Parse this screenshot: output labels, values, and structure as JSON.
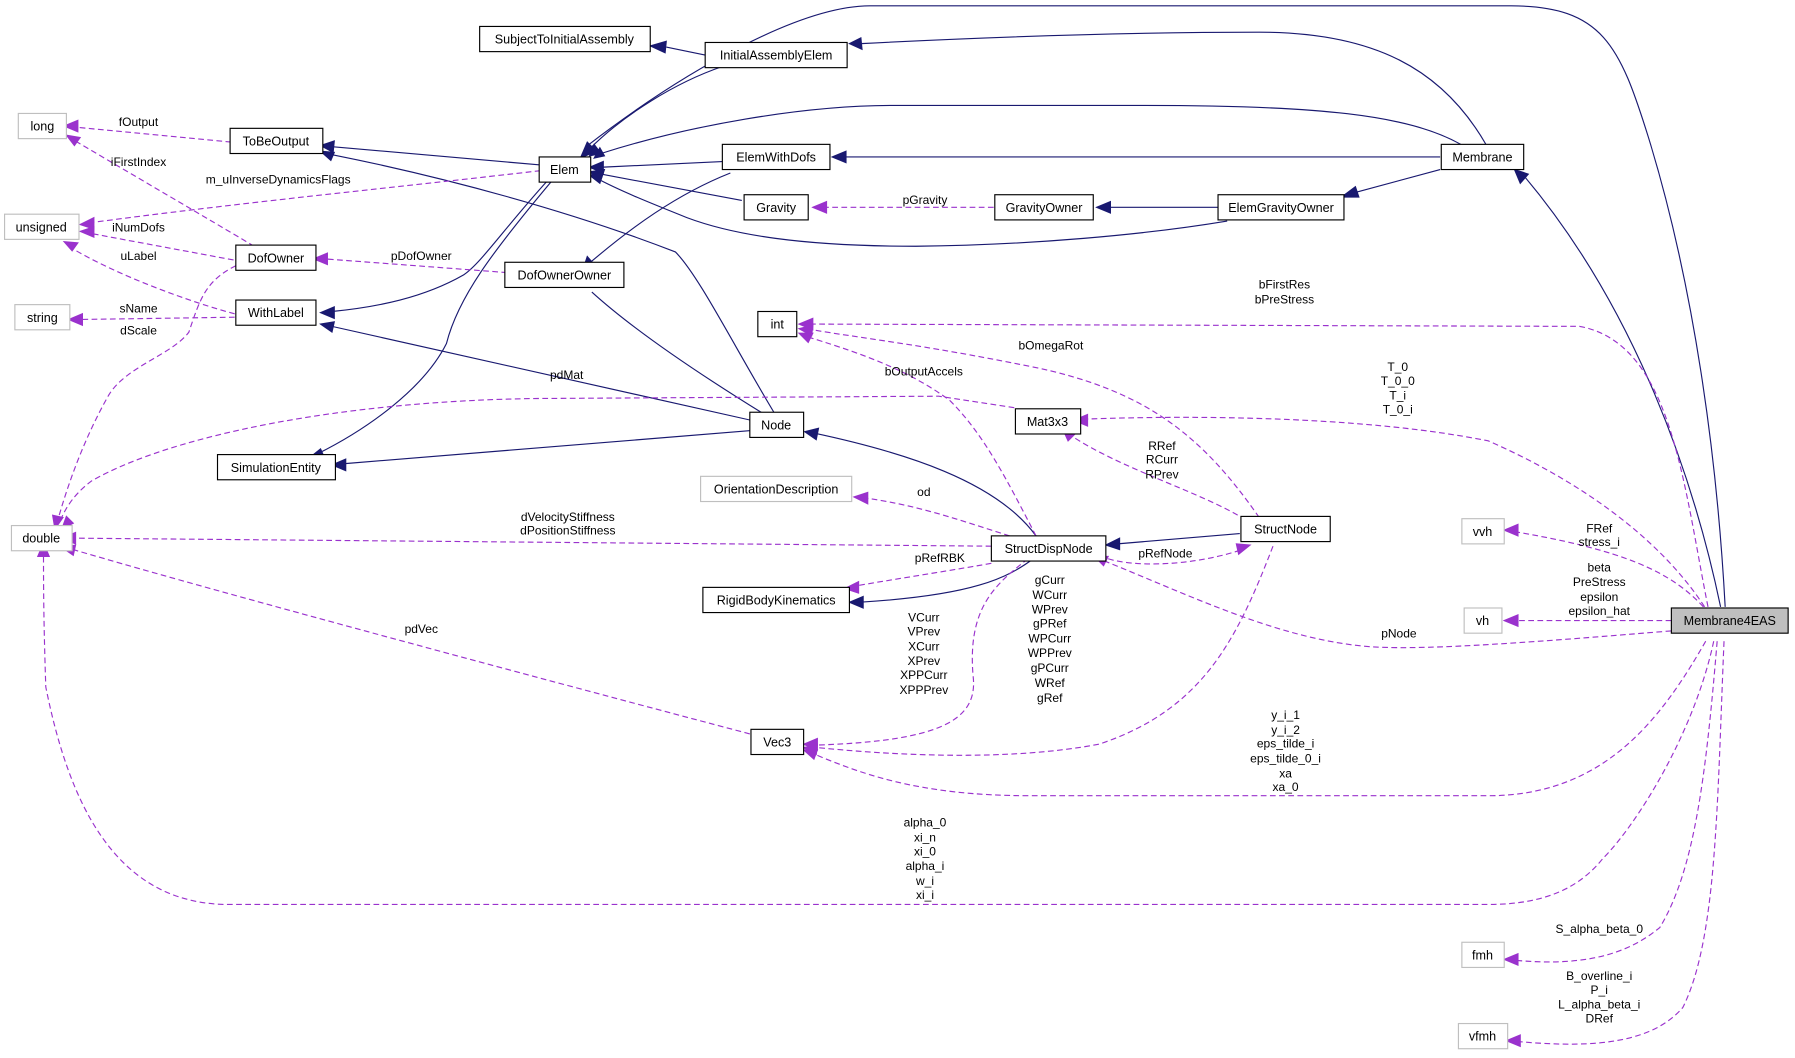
{
  "title": "Membrane4EAS collaboration graph",
  "colors": {
    "inheritance_edge": "#191970",
    "usage_edge": "#9a32cd",
    "focus_fill": "#bfbfbf",
    "external_border": "#bfbfbf"
  },
  "nodes": [
    {
      "id": "SubjectToInitialAssembly",
      "label": "SubjectToInitialAssembly",
      "kind": "class"
    },
    {
      "id": "InitialAssemblyElem",
      "label": "InitialAssemblyElem",
      "kind": "class"
    },
    {
      "id": "long",
      "label": "long",
      "kind": "external"
    },
    {
      "id": "ToBeOutput",
      "label": "ToBeOutput",
      "kind": "class"
    },
    {
      "id": "Elem",
      "label": "Elem",
      "kind": "class"
    },
    {
      "id": "ElemWithDofs",
      "label": "ElemWithDofs",
      "kind": "class"
    },
    {
      "id": "Membrane",
      "label": "Membrane",
      "kind": "class"
    },
    {
      "id": "unsigned",
      "label": "unsigned",
      "kind": "external"
    },
    {
      "id": "Gravity",
      "label": "Gravity",
      "kind": "class"
    },
    {
      "id": "GravityOwner",
      "label": "GravityOwner",
      "kind": "class"
    },
    {
      "id": "ElemGravityOwner",
      "label": "ElemGravityOwner",
      "kind": "class"
    },
    {
      "id": "DofOwner",
      "label": "DofOwner",
      "kind": "class"
    },
    {
      "id": "DofOwnerOwner",
      "label": "DofOwnerOwner",
      "kind": "class"
    },
    {
      "id": "string",
      "label": "string",
      "kind": "external"
    },
    {
      "id": "WithLabel",
      "label": "WithLabel",
      "kind": "class"
    },
    {
      "id": "int",
      "label": "int",
      "kind": "class"
    },
    {
      "id": "Mat3x3",
      "label": "Mat3x3",
      "kind": "class"
    },
    {
      "id": "Node",
      "label": "Node",
      "kind": "class"
    },
    {
      "id": "SimulationEntity",
      "label": "SimulationEntity",
      "kind": "class"
    },
    {
      "id": "OrientationDescription",
      "label": "OrientationDescription",
      "kind": "external"
    },
    {
      "id": "double",
      "label": "double",
      "kind": "external"
    },
    {
      "id": "StructDispNode",
      "label": "StructDispNode",
      "kind": "class"
    },
    {
      "id": "StructNode",
      "label": "StructNode",
      "kind": "class"
    },
    {
      "id": "vvh",
      "label": "vvh",
      "kind": "external"
    },
    {
      "id": "RigidBodyKinematics",
      "label": "RigidBodyKinematics",
      "kind": "class"
    },
    {
      "id": "vh",
      "label": "vh",
      "kind": "external"
    },
    {
      "id": "Membrane4EAS",
      "label": "Membrane4EAS",
      "kind": "focus"
    },
    {
      "id": "Vec3",
      "label": "Vec3",
      "kind": "class"
    },
    {
      "id": "fmh",
      "label": "fmh",
      "kind": "external"
    },
    {
      "id": "vfmh",
      "label": "vfmh",
      "kind": "external"
    }
  ],
  "edge_labels": {
    "fOutput": [
      "fOutput"
    ],
    "iFirstIndex": [
      "iFirstIndex"
    ],
    "m_uInverseDynamicsFlags": [
      "m_uInverseDynamicsFlags"
    ],
    "iNumDofs": [
      "iNumDofs"
    ],
    "uLabel": [
      "uLabel"
    ],
    "pDofOwner": [
      "pDofOwner"
    ],
    "sName": [
      "sName"
    ],
    "dScale": [
      "dScale"
    ],
    "pGravity": [
      "pGravity"
    ],
    "bFirstRes": [
      "bFirstRes",
      "bPreStress"
    ],
    "bOmegaRot": [
      "bOmegaRot"
    ],
    "pdMat": [
      "pdMat"
    ],
    "bOutputAccels": [
      "bOutputAccels"
    ],
    "T": [
      "T_0",
      "T_0_0",
      "T_i",
      "T_0_i"
    ],
    "RRef": [
      "RRef",
      "RCurr",
      "RPrev"
    ],
    "od": [
      "od"
    ],
    "dStiffness": [
      "dVelocityStiffness",
      "dPositionStiffness"
    ],
    "pRefNode": [
      "pRefNode"
    ],
    "pRefRBK": [
      "pRefRBK"
    ],
    "FRef": [
      "FRef",
      "stress_i"
    ],
    "beta": [
      "beta",
      "PreStress",
      "epsilon",
      "epsilon_hat"
    ],
    "pNode": [
      "pNode"
    ],
    "pdVec": [
      "pdVec"
    ],
    "VCurr": [
      "VCurr",
      "VPrev",
      "XCurr",
      "XPrev",
      "XPPCurr",
      "XPPPrev"
    ],
    "gCurr": [
      "gCurr",
      "WCurr",
      "WPrev",
      "gPRef",
      "WPCurr",
      "WPPrev",
      "gPCurr",
      "WRef",
      "gRef"
    ],
    "y_i": [
      "y_i_1",
      "y_i_2",
      "eps_tilde_i",
      "eps_tilde_0_i",
      "xa",
      "xa_0"
    ],
    "alpha": [
      "alpha_0",
      "xi_n",
      "xi_0",
      "alpha_i",
      "w_i",
      "xi_i"
    ],
    "S_alpha": [
      "S_alpha_beta_0"
    ],
    "B_overline": [
      "B_overline_i",
      "P_i",
      "L_alpha_beta_i",
      "DRef"
    ]
  }
}
